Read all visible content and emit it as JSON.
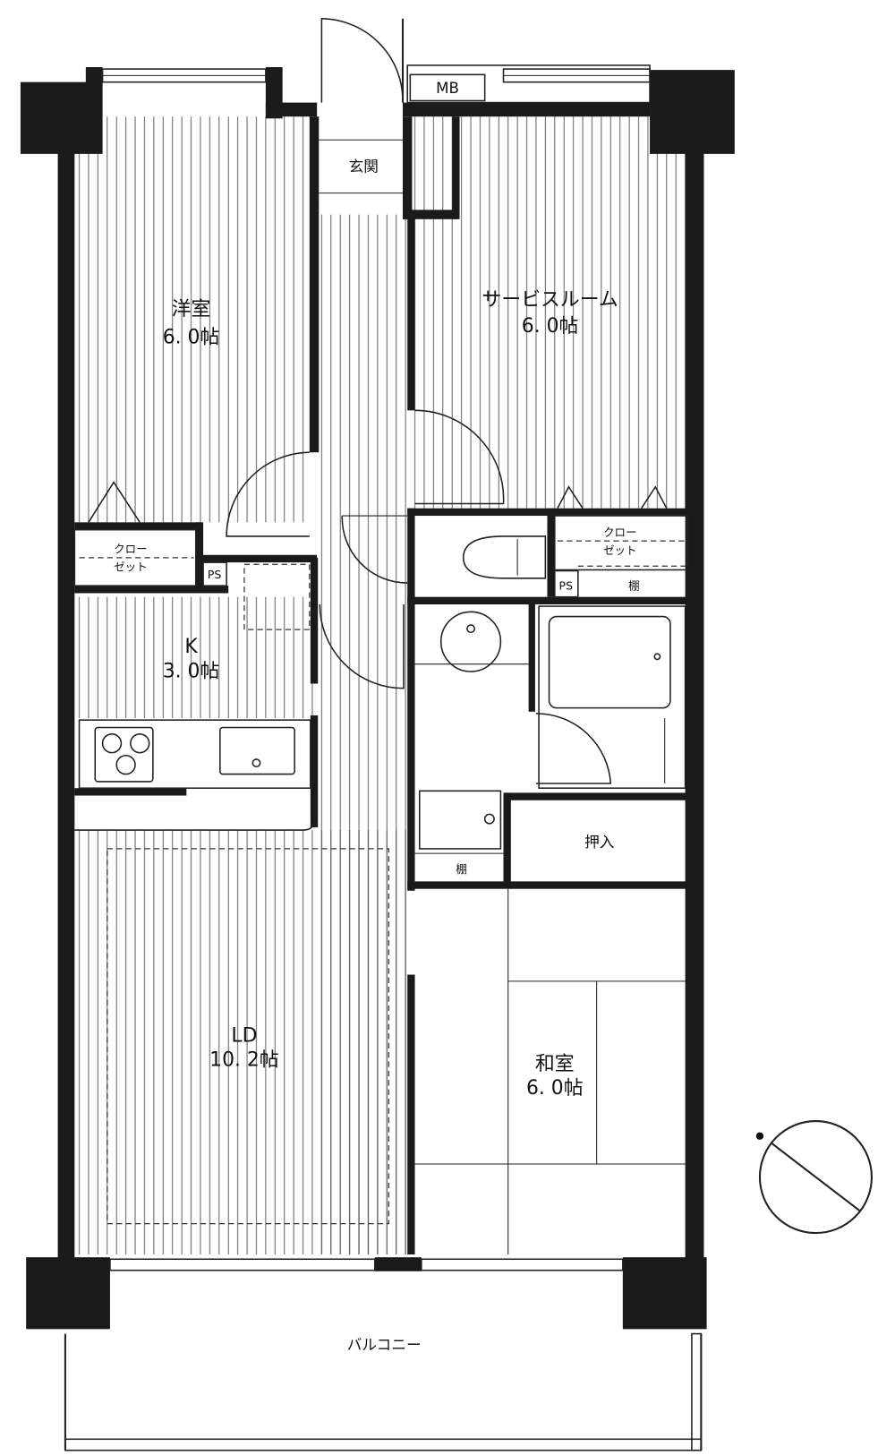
{
  "plan": {
    "rooms": {
      "genkan": {
        "name": "玄関"
      },
      "western": {
        "name": "洋室",
        "size": "6. 0帖"
      },
      "service": {
        "name": "サービスルーム",
        "size": "6. 0帖"
      },
      "kitchen": {
        "name": "K",
        "size": "3. 0帖"
      },
      "ld": {
        "name": "LD",
        "size": "10. 2帖"
      },
      "japanese": {
        "name": "和室",
        "size": "6. 0帖"
      },
      "balcony": {
        "name": "バルコニー"
      }
    },
    "closet_left": {
      "line1": "クロー",
      "line2": "ゼット"
    },
    "closet_right": {
      "line1": "クロー",
      "line2": "ゼット"
    },
    "ps_left": "PS",
    "ps_right": "PS",
    "shelf_right": "棚",
    "shelf_shoe": "棚",
    "oshiire": "押入",
    "mb": "MB"
  },
  "compass": {
    "icon": "north-compass-icon"
  },
  "colors": {
    "wall": "#1a1a1a",
    "line": "#222222",
    "background": "#ffffff"
  }
}
